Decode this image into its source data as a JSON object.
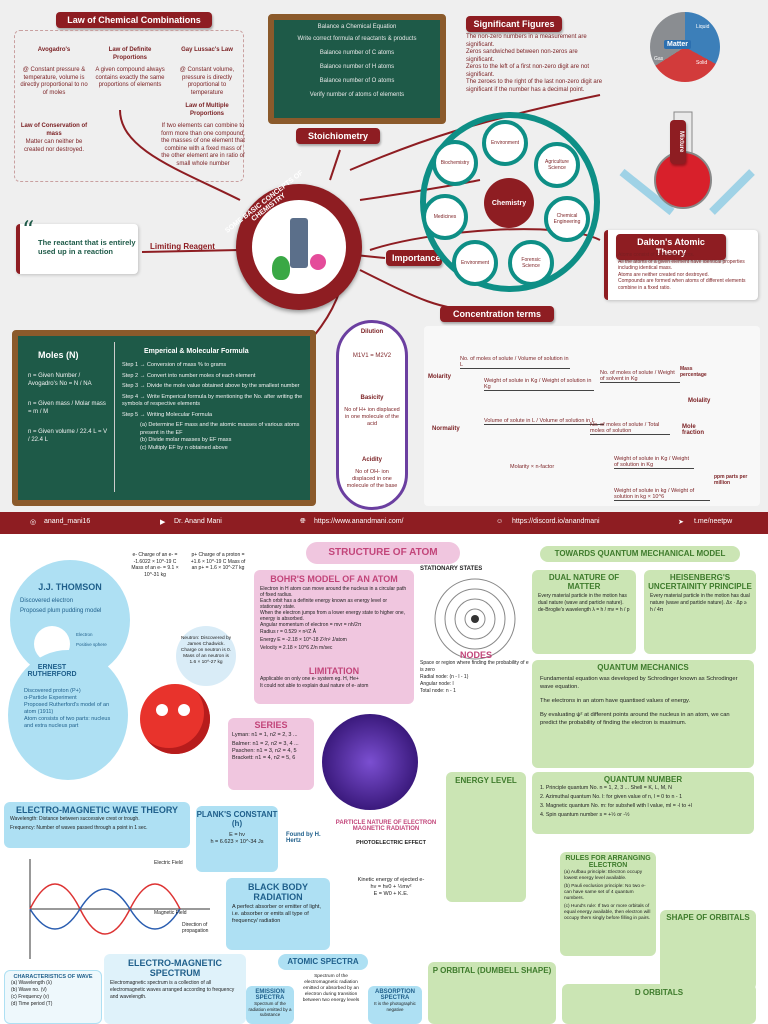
{
  "top": {
    "law_title": "Law of Chemical Combinations",
    "law_cols": [
      {
        "head": "Avogadro's",
        "body": "@ Constant pressure & temperature, volume is directly proportional to no of moles"
      },
      {
        "head": "Law of Definite Proportions",
        "body": "A given compound always contains exactly the same proportions of elements"
      },
      {
        "head": "Gay Lussac's Law",
        "body": "@ Constant volume, pressure is directly proportional to temperature"
      }
    ],
    "law_conservation_head": "Law of Conservation of mass",
    "law_conservation_body": "Matter can neither be created nor destroyed.",
    "law_multiple_head": "Law of Multiple Proportions",
    "law_multiple_body": "If two elements can combine to form more than one compound, the masses of one element that combine with a fixed mass of the other element are in ratio of small whole number",
    "stoich_title": "Stoichiometry",
    "stoich_steps": [
      "Balance a Chemical Equation",
      "Write correct formula of reactants & products",
      "Balance number of C atoms",
      "Balance number of H atoms",
      "Balance number of O atoms",
      "Verify number of atoms of elements"
    ],
    "sig_title": "Significant Figures",
    "sig_points": [
      "The non-zero numbers in a measurement are significant.",
      "Zeros sandwiched between non-zeros are significant.",
      "Zeros to the left of a first non-zero digit are not significant.",
      "The zeroes to the right of the last non-zero digit are significant if the number has a decimal point."
    ],
    "matter_label": "Matter",
    "matter_states": [
      "Liquid",
      "Gas",
      "Solid"
    ],
    "mixture_label": "Mixture",
    "center_title": "SOME BASIC CONCEPTS OF CHEMISTRY",
    "limiting": "Limiting Reagent",
    "quote_text": "The reactant that is entirely used up in a reaction",
    "importance": "Importance",
    "chem_center": "Chemistry",
    "chem_nodes": [
      "Environment",
      "Agriculture Science",
      "Chemical Engineering",
      "Forensic Science",
      "Environment",
      "Medicines",
      "Biochemistry"
    ],
    "dalton_title": "Dalton's Atomic Theory",
    "dalton_points": [
      "Atoms consist of indivisible atoms.",
      "All the atoms of a given element have identical properties including identical mass.",
      "Atoms are neither created nor destroyed.",
      "Compounds are formed when atoms of different elements combine in a fixed ratio."
    ],
    "conc_title": "Concentration terms",
    "moles_title": "Moles (N)",
    "moles_lines": [
      "n = Given Number / Avogadro's No = N / NA",
      "n = Given mass / Molar mass = m / M",
      "n = Given volume / 22.4 L = V / 22.4 L"
    ],
    "empirical_title": "Emperical & Molecular Formula",
    "empirical_steps": [
      "Step 1 → Conversion of mass % to grams",
      "Step 2 → Convert into number moles of each element",
      "Step 3 → Divide the mole value obtained above by the smallest number",
      "Step 4 → Write Emperical formula by mentioning the No. after writing the symbols of respective elements",
      "Step 5 → Writing Molecular Formula",
      "(a) Determine EF mass and the atomic masses of various atoms present in the EF",
      "(b) Divide molar masses by EF mass",
      "(c) Multiply EF by n obtained above"
    ],
    "dilution": "Dilution",
    "dilution_eq": "M1V1 = M2V2",
    "basicity": "Basicity",
    "basicity_desc": "No of H+ ion displaced in one molecule of the acid",
    "acidity": "Acidity",
    "acidity_desc": "No of OH- ion displaced in one molecule of the base",
    "conc_terms": [
      "Molarity",
      "Normality",
      "Molality",
      "Mole fraction",
      "ppm parts per million",
      "Mass percentage"
    ],
    "conc_formulas": [
      "No. of moles of solute / Volume of solution in L",
      "Weight of solute in Kg / Weight of solution in Kg",
      "Volume of solute in L / Volume of solution in L",
      "Molarity × n-factor",
      "No. of moles of solute / Weight of solvent in Kg",
      "Weight of solute in Kg / Weight of solution in Kg",
      "Weight of solute in kg / Weight of solution in kg × 10^6",
      "No. of moles of solute / Total moles of solution"
    ]
  },
  "social": {
    "instagram": "anand_mani16",
    "youtube": "Dr. Anand Mani",
    "website": "https://www.anandmani.com/",
    "discord": "https://discord.io/anandmani",
    "telegram": "t.me/neetpw"
  },
  "bottom": {
    "structure_title": "STRUCTURE OF ATOM",
    "thomson_title": "J.J. THOMSON",
    "thomson_points": [
      "Discovered electron",
      "Proposed plum pudding model"
    ],
    "thomson_labels": [
      "Electron",
      "Positive sphere"
    ],
    "electron_info": "e- Charge of an e- = -1.6022 × 10^-19 C  Mass of an e- = 9.1 × 10^-31 kg",
    "proton_info": "p+ Charge of a proton = +1.6 × 10^-19 C  Mass of an p+ = 1.6 × 10^-27 kg",
    "neutron_info": "Neutron: Discovered by James Chadwick. Charge on neutron is 0. Mass of an neutron is 1.6 × 10^-27 kg",
    "rutherford_title": "ERNEST RUTHERFORD",
    "rutherford_points": [
      "Discovered proton (P+)",
      "α-Particle Experiment",
      "Proposed Rutherford's model of an atom (1911)",
      "Atom consists of two parts: nucleus and extra nucleus part"
    ],
    "bohr_title": "BOHR'S MODEL OF AN ATOM",
    "bohr_points": [
      "Electron in H atom can move around the nucleus in a circular path of fixed radius.",
      "Each orbit has a definite energy known as energy level or stationary state.",
      "When the electron jumps from a lower energy state to higher one, energy is absorbed.",
      "Angular momentum of electron = mvr = nh/2π"
    ],
    "bohr_eqs": [
      "Radius r = 0.529 × n²/Z Å",
      "Energy E = -2.18 × 10^-18 Z²/n² J/atom",
      "Velocity = 2.18 × 10^6 Z/n m/sec"
    ],
    "stationary": "STATIONARY STATES",
    "limitation_title": "LIMITATION",
    "limitation_points": [
      "Applicable on only one e- system eg. H, He+",
      "It could not able to explain dual nature of e- atom"
    ],
    "series_title": "SERIES",
    "series": [
      "Lyman: n1 = 1, n2 = 2, 3 ...",
      "Balmer: n1 = 2, n2 = 3, 4 ...",
      "Paschen: n1 = 3, n2 = 4, 5",
      "Brackett: n1 = 4, n2 = 5, 6"
    ],
    "nodes_title": "NODES",
    "nodes_desc": "Space or region where finding the probability of e is zero",
    "nodes_types": [
      "Radial node: (n - l - 1)",
      "Angular node: l",
      "Total node: n - 1"
    ],
    "quantum_title": "TOWARDS QUANTUM MECHANICAL MODEL",
    "dual_title": "DUAL NATURE OF MATTER",
    "dual_desc": "Every material particle in the motion has dual nature (wave and particle nature). de-Broglie's wavelength λ = h / mv = h / p",
    "heisen_title": "HEISENBERG'S UNCERTAINITY PRINCIPLE",
    "heisen_desc": "Every material particle in the motion has dual nature (wave and particle nature). Δx · Δp ≥ h / 4π",
    "qm_title": "QUANTUM MECHANICS",
    "qm_points": [
      "Fundamental equation was developed by Schrodinger known as Schrodinger wave equation.",
      "The electrons in an atom have quantised values of energy.",
      "By evaluating ψ² at different points around the nucleus in an atom, we can predict the probability of finding the electron is maximum."
    ],
    "energy_level": "ENERGY LEVEL",
    "qn_title": "QUANTUM NUMBER",
    "qn_points": [
      "1. Principle quantum No. n = 1, 2, 3 ... Shell = K, L, M, N",
      "2. Azimuthal quantum No. l: for given value of n, l = 0 to n - 1",
      "3. Magnetic quantum No. m: for subshell with l value, ml = -l to +l",
      "4. Spin quantum number s = +½ or -½"
    ],
    "emw_title": "ELECTRO-MAGNETIC WAVE THEORY",
    "emw_points": [
      "Wavelength: Distance between successive crest or trough.",
      "Frequency: Number of waves passed through a point in 1 sec."
    ],
    "planck_title": "PLANK'S CONSTANT (h)",
    "planck_eqs": [
      "E = hν",
      "h = 6.623 × 10^-34 Js"
    ],
    "found_by": "Found by H. Hertz",
    "particle_title": "PARTICLE NATURE OF ELECTRON MAGNETIC RADIATION",
    "photo_title": "PHOTOELECTRIC EFFECT",
    "photo_eqs": [
      "Kinetic energy of ejected e-",
      "hν = hν0 + ½mv²",
      "E = W0 + K.E."
    ],
    "black_title": "BLACK BODY RADIATION",
    "black_desc": "A perfect absorber or emitter of light, i.e. absorber or emits all type of frequency/ radiation",
    "rules_title": "RULES FOR ARRANGING ELECTRON",
    "rules": [
      "(a) Aufbau principle: Electron occupy lowest energy level available.",
      "(b) Pauli exclusion principle: No two e- can have same set of 4 quantum numbers.",
      "(c) Hund's rule: If two or more orbitals of equal energy available, then electron will occupy them singly before filling in pairs."
    ],
    "shape_title": "SHAPE OF ORBITALS",
    "characteristics_title": "CHARACTERISTICS OF WAVE",
    "characteristics": [
      "(a) Wavelength (λ)",
      "(b) Wave no. (ν̄)",
      "(c) Frequency (ν)",
      "(d) Time period (T)"
    ],
    "ems_title": "ELECTRO-MAGNETIC SPECTRUM",
    "ems_desc": "Electromagnetic spectrum is a collection of all electromagnetic waves arranged according to frequency and wavelength.",
    "atomic_spectra": "ATOMIC SPECTRA",
    "emission": "EMISSION SPECTRA",
    "absorption": "ABSORPTION SPECTRA",
    "emission_desc": "Spectrum of the radiation emitted by a substance",
    "atomic_desc": "Spectrum of the electromagnetic radiation emitted or absorbed by an electron during transition between two energy levels",
    "absorption_desc": "It is the photographic negative",
    "p_orbital": "P ORBITAL (DUMBELL SHAPE)",
    "d_orbitals": "D ORBITALS",
    "wave_labels": [
      "Electric Field",
      "Magnetic Field",
      "Direction of propagation"
    ]
  },
  "colors": {
    "maroon": "#8e1d22",
    "board": "#1e5a48",
    "pink": "#f0c6df",
    "blue": "#aee0f3",
    "green": "#cbe5b4",
    "teal": "#0e8f86"
  }
}
